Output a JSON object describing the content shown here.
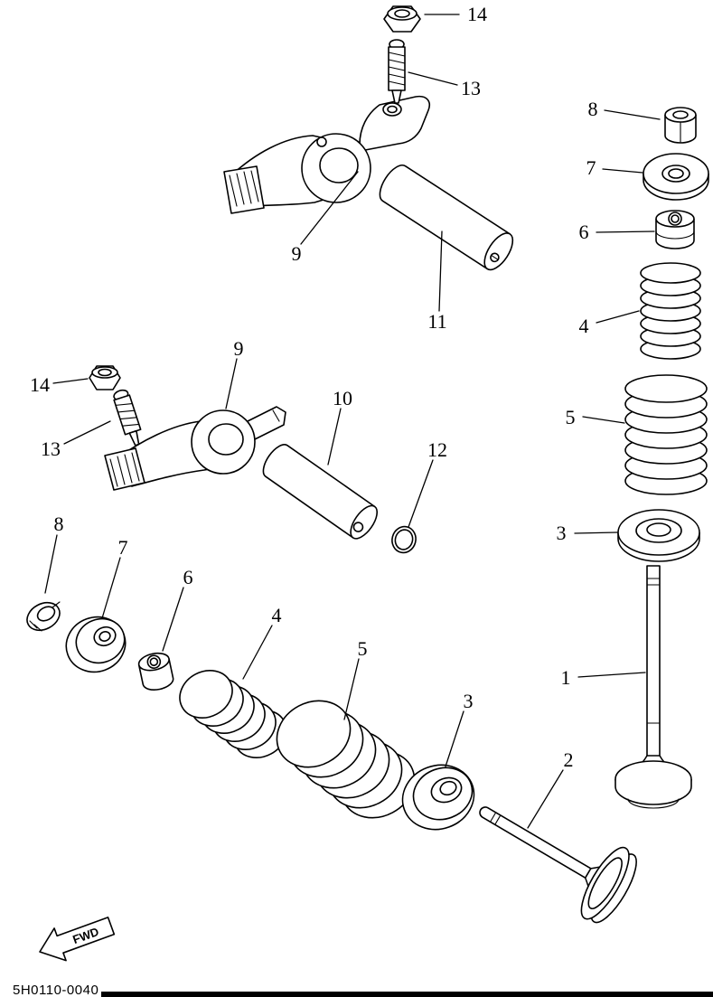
{
  "diagram": {
    "part_code": "5H0110-0040",
    "fwd_label": "FWD"
  },
  "callouts": {
    "nut_top": "14",
    "adjuster_top": "13",
    "rocker_top": "9",
    "shaft_top": "11",
    "collet_right": "8",
    "retainer_right": "7",
    "seal_right": "6",
    "inner_spring_right": "4",
    "outer_spring_right": "5",
    "seat_right": "3",
    "valve_right": "1",
    "nut_mid": "14",
    "adjuster_mid": "13",
    "rocker_mid": "9",
    "shaft_mid": "10",
    "oring": "12",
    "collet_left": "8",
    "retainer_left": "7",
    "seal_left": "6",
    "inner_spring_left": "4",
    "outer_spring_left": "5",
    "seat_left": "3",
    "valve_left": "2"
  }
}
